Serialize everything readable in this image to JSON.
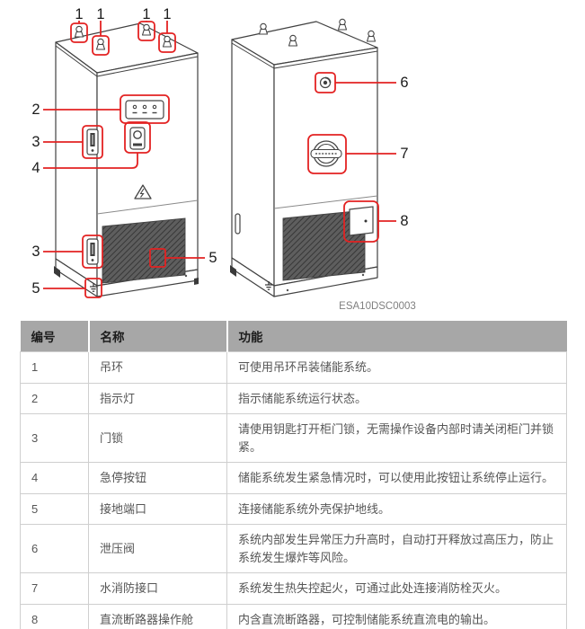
{
  "figure": {
    "code": "ESA10DSC0003",
    "callouts": {
      "lifting_eye": "1",
      "indicator": "2",
      "door_lock": "3",
      "estop": "4",
      "ground_port": "5",
      "relief_valve": "6",
      "fire_port": "7",
      "breaker_compartment": "8"
    }
  },
  "table": {
    "headers": [
      "编号",
      "名称",
      "功能"
    ],
    "rows": [
      {
        "id": "1",
        "name": "吊环",
        "func": "可使用吊环吊装储能系统。"
      },
      {
        "id": "2",
        "name": "指示灯",
        "func": "指示储能系统运行状态。"
      },
      {
        "id": "3",
        "name": "门锁",
        "func": "请使用钥匙打开柜门锁，无需操作设备内部时请关闭柜门并锁紧。"
      },
      {
        "id": "4",
        "name": "急停按钮",
        "func": "储能系统发生紧急情况时，可以使用此按钮让系统停止运行。"
      },
      {
        "id": "5",
        "name": "接地端口",
        "func": "连接储能系统外壳保护地线。"
      },
      {
        "id": "6",
        "name": "泄压阀",
        "func": "系统内部发生异常压力升高时，自动打开释放过高压力，防止系统发生爆炸等风险。"
      },
      {
        "id": "7",
        "name": "水消防接口",
        "func": "系统发生热失控起火，可通过此处连接消防栓灭火。"
      },
      {
        "id": "8",
        "name": "直流断路器操作舱",
        "func": "内含直流断路器，可控制储能系统直流电的输出。"
      }
    ]
  },
  "colors": {
    "callout_red": "#e32222",
    "table_header_bg": "#a7a7a7"
  }
}
